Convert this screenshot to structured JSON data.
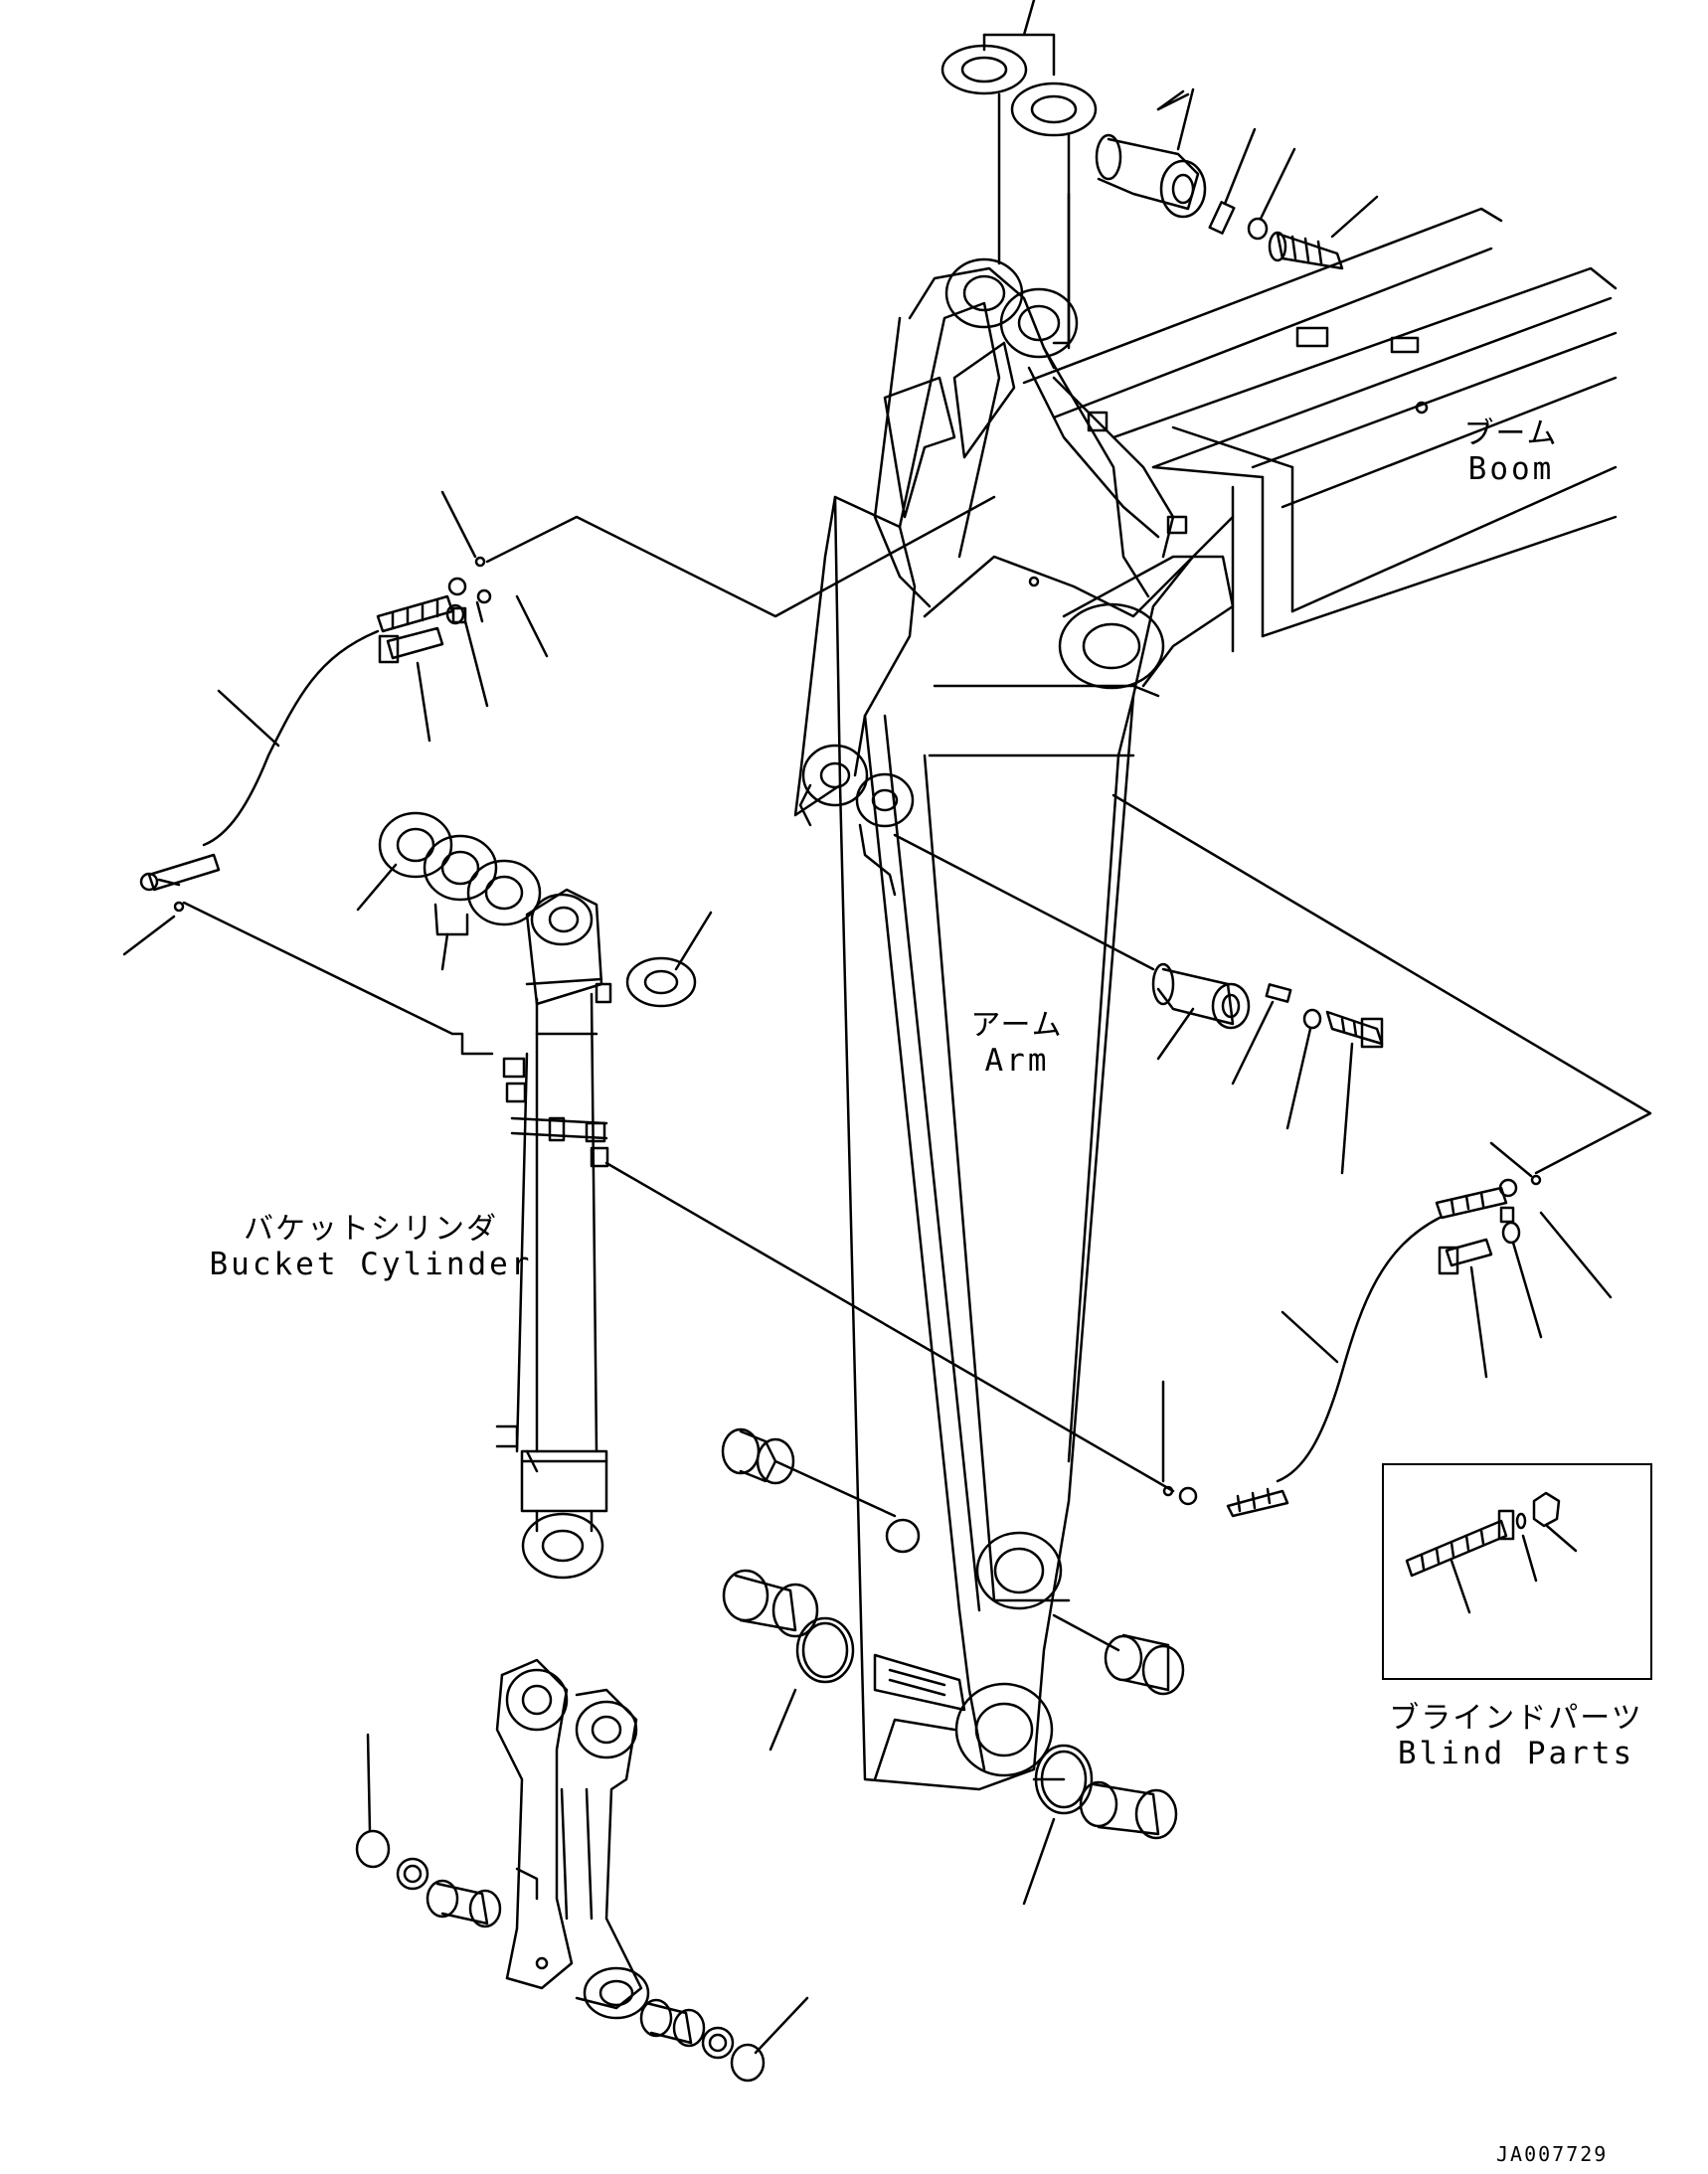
{
  "labels": {
    "boom_jp": "ブーム",
    "boom_en": "Boom",
    "arm_jp": "アーム",
    "arm_en": "Arm",
    "bucket_cylinder_jp": "バケットシリンダ",
    "bucket_cylinder_en": "Bucket Cylinder",
    "blind_parts_jp": "ブラインドパーツ",
    "blind_parts_en": "Blind Parts"
  },
  "drawing_id": "JA007729"
}
